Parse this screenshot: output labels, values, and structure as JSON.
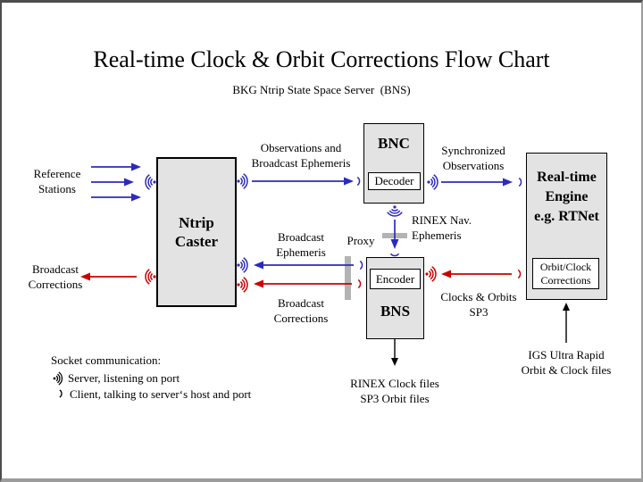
{
  "title": "Real-time Clock & Orbit Corrections Flow Chart",
  "subtitle": "BKG Ntrip State Space Server  (BNS)",
  "boxes": {
    "ntrip_caster": [
      "Ntrip",
      "Caster"
    ],
    "bnc": "BNC",
    "bnc_inner": "Decoder",
    "bns": "BNS",
    "bns_inner": "Encoder",
    "engine": [
      "Real-time",
      "Engine",
      "e.g. RTNet"
    ],
    "engine_inner": [
      "Orbit/Clock",
      "Corrections"
    ]
  },
  "labels": {
    "reference_stations": [
      "Reference",
      "Stations"
    ],
    "broadcast_corrections_left": [
      "Broadcast",
      "Corrections"
    ],
    "observations": [
      "Observations and",
      "Broadcast Ephemeris"
    ],
    "synchronized": [
      "Synchronized",
      "Observations"
    ],
    "rinex_nav": [
      "RINEX Nav.",
      "Ephemeris"
    ],
    "proxy": "Proxy",
    "broadcast_ephemeris_mid": [
      "Broadcast",
      "Ephemeris"
    ],
    "broadcast_corrections_mid": [
      "Broadcast",
      "Corrections"
    ],
    "clocks_orbits": [
      "Clocks & Orbits",
      "SP3"
    ],
    "rinex_clock_files": [
      "RINEX Clock files",
      "SP3 Orbit files"
    ],
    "igs_ultra_rapid": [
      "IGS Ultra Rapid",
      "Orbit & Clock files"
    ]
  },
  "legend": {
    "title": "Socket communication:",
    "server": "Server, listening on port",
    "client": "Client, talking to server‘s host and port"
  },
  "icons": {
    "server_listening": "dot-with-three-radiating-arcs",
    "client": "single-arc"
  },
  "colors": {
    "blue": "#2b2bbd",
    "red": "#cc0000",
    "black": "#000000",
    "box_fill": "#e3e3e3",
    "inner_box_fill": "#ffffff",
    "proxy_bar": "#b3b3b3",
    "border_dark": "#4d4d4d",
    "border_light": "#9c9c9c"
  }
}
